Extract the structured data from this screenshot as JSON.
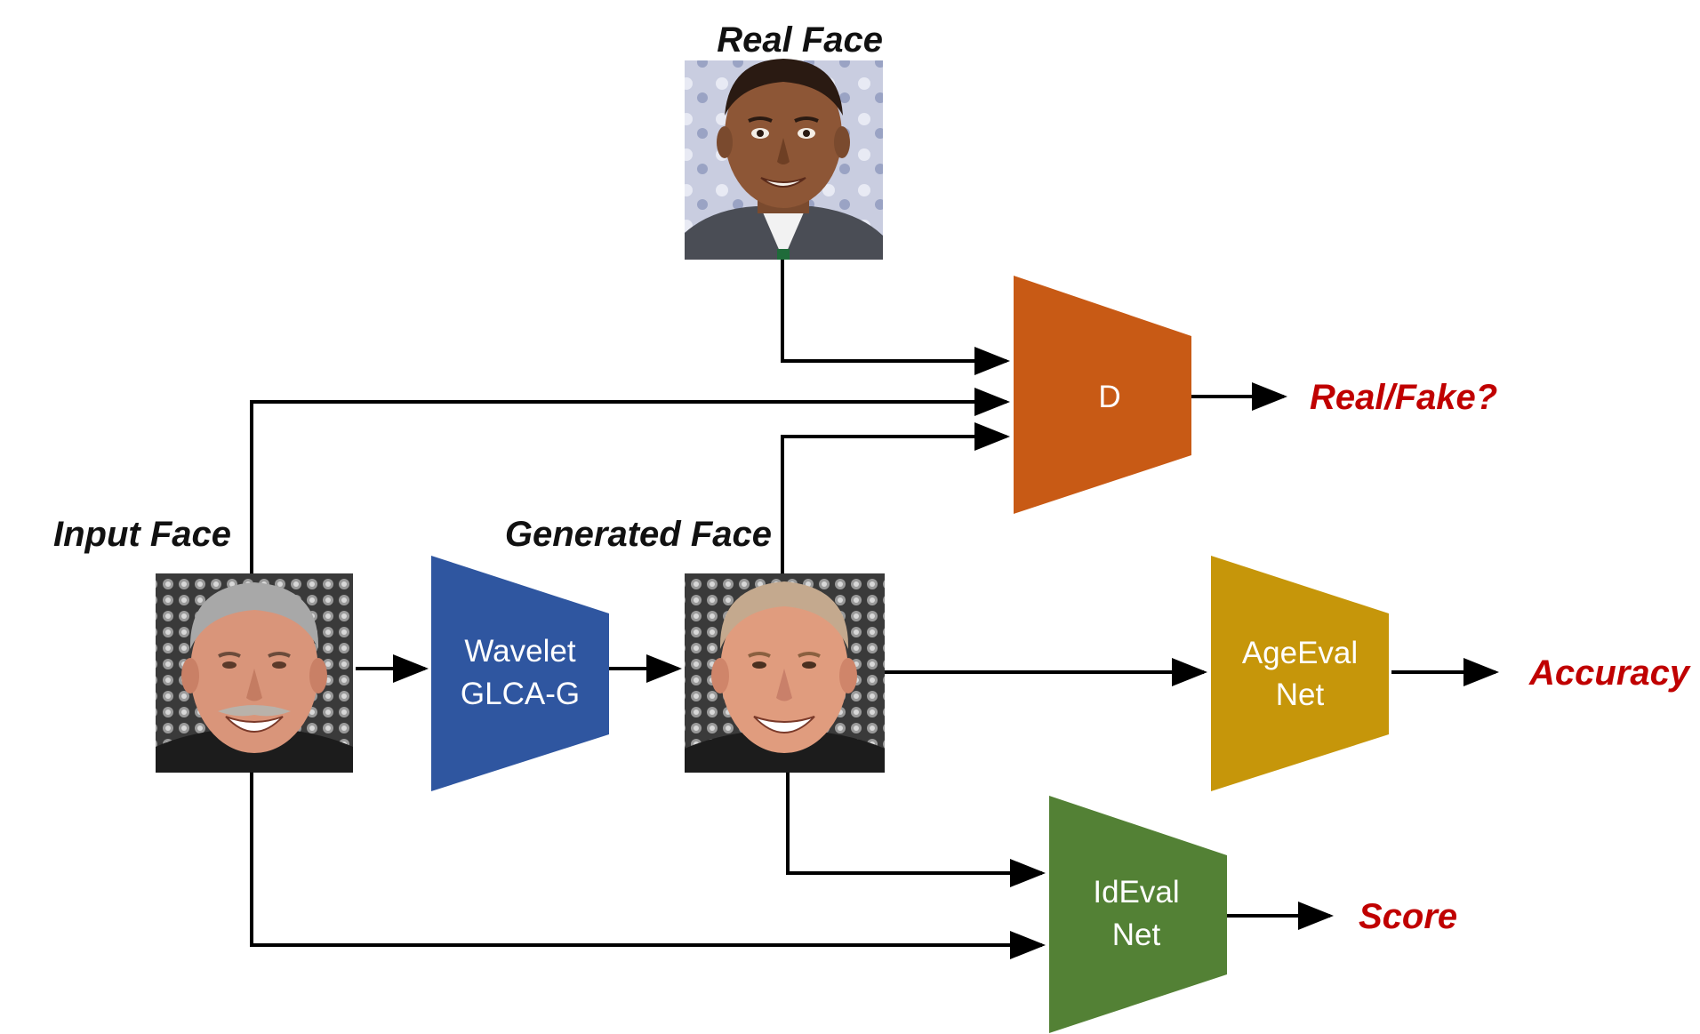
{
  "labels": {
    "real_face": "Real Face",
    "input_face": "Input Face",
    "generated_face": "Generated Face"
  },
  "blocks": {
    "generator": {
      "line1": "Wavelet",
      "line2": "GLCA-G",
      "color": "#2f56a0"
    },
    "discriminator": {
      "line1": "D",
      "color": "#c85a15"
    },
    "age_eval": {
      "line1": "AgeEval",
      "line2": "Net",
      "color": "#c6960a"
    },
    "id_eval": {
      "line1": "IdEval",
      "line2": "Net",
      "color": "#538135"
    }
  },
  "outputs": {
    "real_fake": "Real/Fake?",
    "accuracy": "Accuracy",
    "score": "Score",
    "color": "#c00000"
  },
  "images": {
    "real_face": "photo of a young smiling man in a suit",
    "input_face": "photo of an older smiling man with a moustache",
    "generated_face": "photo of the same man rendered younger"
  }
}
